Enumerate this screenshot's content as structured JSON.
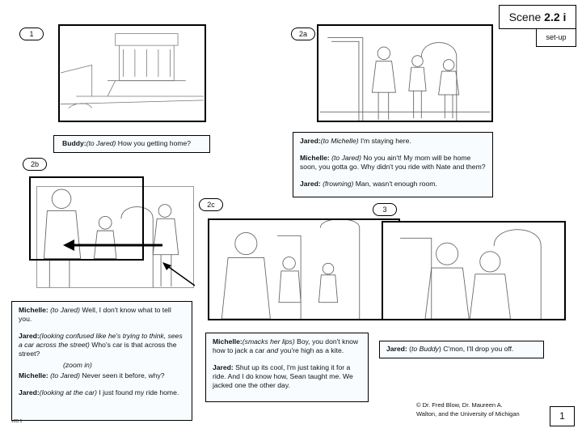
{
  "scene": {
    "label": "Scene",
    "number": "2.2 i",
    "subtitle": "set-up"
  },
  "panels": [
    {
      "id": "1",
      "lines": [
        {
          "speaker": "Buddy:",
          "direction": "(to Jared)",
          "text": " How you getting home?"
        }
      ]
    },
    {
      "id": "2a",
      "lines": [
        {
          "speaker": "Jared:",
          "direction": "(to Michelle)",
          "text": " I'm staying here."
        },
        {
          "speaker": "Michelle:",
          "direction": " (to Jared)",
          "text": " No you ain't! My mom will be home soon, you gotta go. Why didn't you ride with Nate and them?"
        },
        {
          "speaker": "Jared:",
          "direction": " (frowning)",
          "text": " Man, wasn't enough room."
        }
      ]
    },
    {
      "id": "2b",
      "lines": [
        {
          "speaker": "Michelle:",
          "direction": " (to Jared)",
          "text": " Well, I don't know what to tell you."
        },
        {
          "speaker": "Jared:",
          "direction": "(looking confused like he's trying to think, sees a car across the street)",
          "text": " Who's car is that across the street?"
        },
        {
          "note": "(zoom in)"
        },
        {
          "speaker": "Michelle:",
          "direction": " (to Jared)",
          "text": " Never seen it before, why?"
        },
        {
          "speaker": "Jared:",
          "direction": "(looking at the car)",
          "text": " I just found my ride home."
        }
      ]
    },
    {
      "id": "2c",
      "lines": [
        {
          "speaker": "Michelle:",
          "direction": "(smacks her lips)",
          "text": " Boy, you don't know how to jack a car ",
          "emph": "and",
          "text2": " you're high as a kite."
        },
        {
          "speaker": "Jared:",
          "text": " Shut up its cool, I'm just taking it for a ride.  And I do know how, Sean taught me.  We jacked one the other day."
        }
      ]
    },
    {
      "id": "3",
      "lines": [
        {
          "speaker": "Jared:",
          "pre": "  (",
          "direction": "to Buddy",
          "text": ") C'mon, I'll drop you off."
        }
      ]
    }
  ],
  "footer": {
    "copyright": "© Dr. Fred Blow, Dr. Maureen A. Walton, and the University of Michigan",
    "page": "1",
    "version": "v03.1"
  }
}
